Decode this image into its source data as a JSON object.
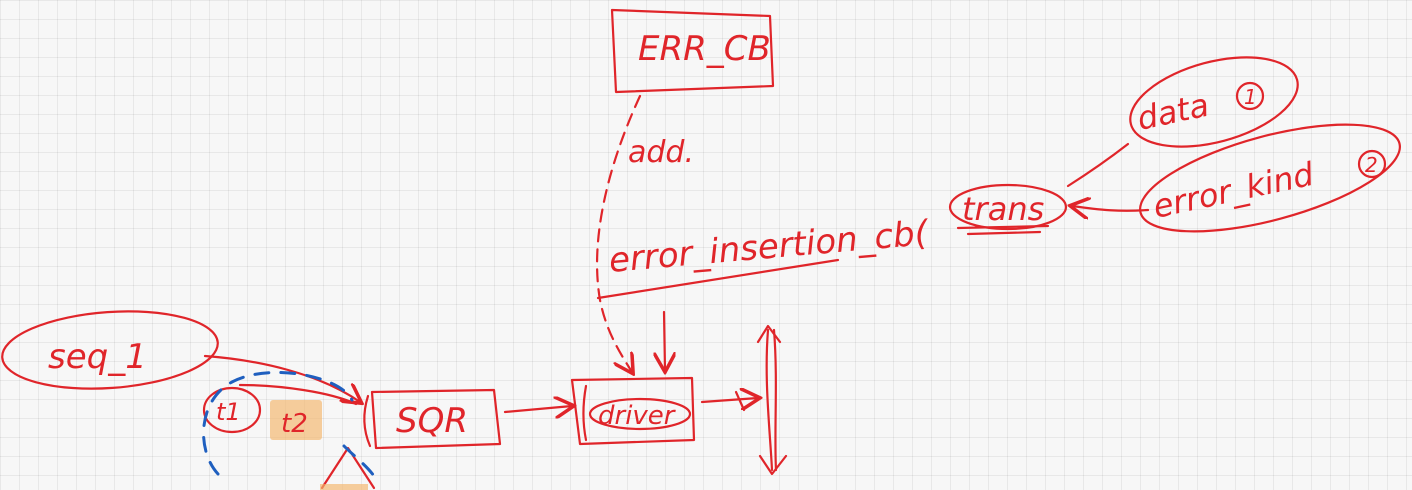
{
  "colors": {
    "ink": "#e0252a",
    "accent_dashed": "#1f5fbf",
    "highlight": "#f5b56a",
    "background": "#f7f7f7"
  },
  "labels": {
    "err_cb": "ERR_CB",
    "add": "add.",
    "error_insertion_cb": "error_insertion_cb(",
    "trans": "trans",
    "data": "data",
    "data_num": "1",
    "error_kind": "error_kind",
    "error_kind_num": "2",
    "seq_1": "seq_1",
    "t1": "t1",
    "t2": "t2",
    "sqr": "SQR",
    "driver": "driver"
  }
}
